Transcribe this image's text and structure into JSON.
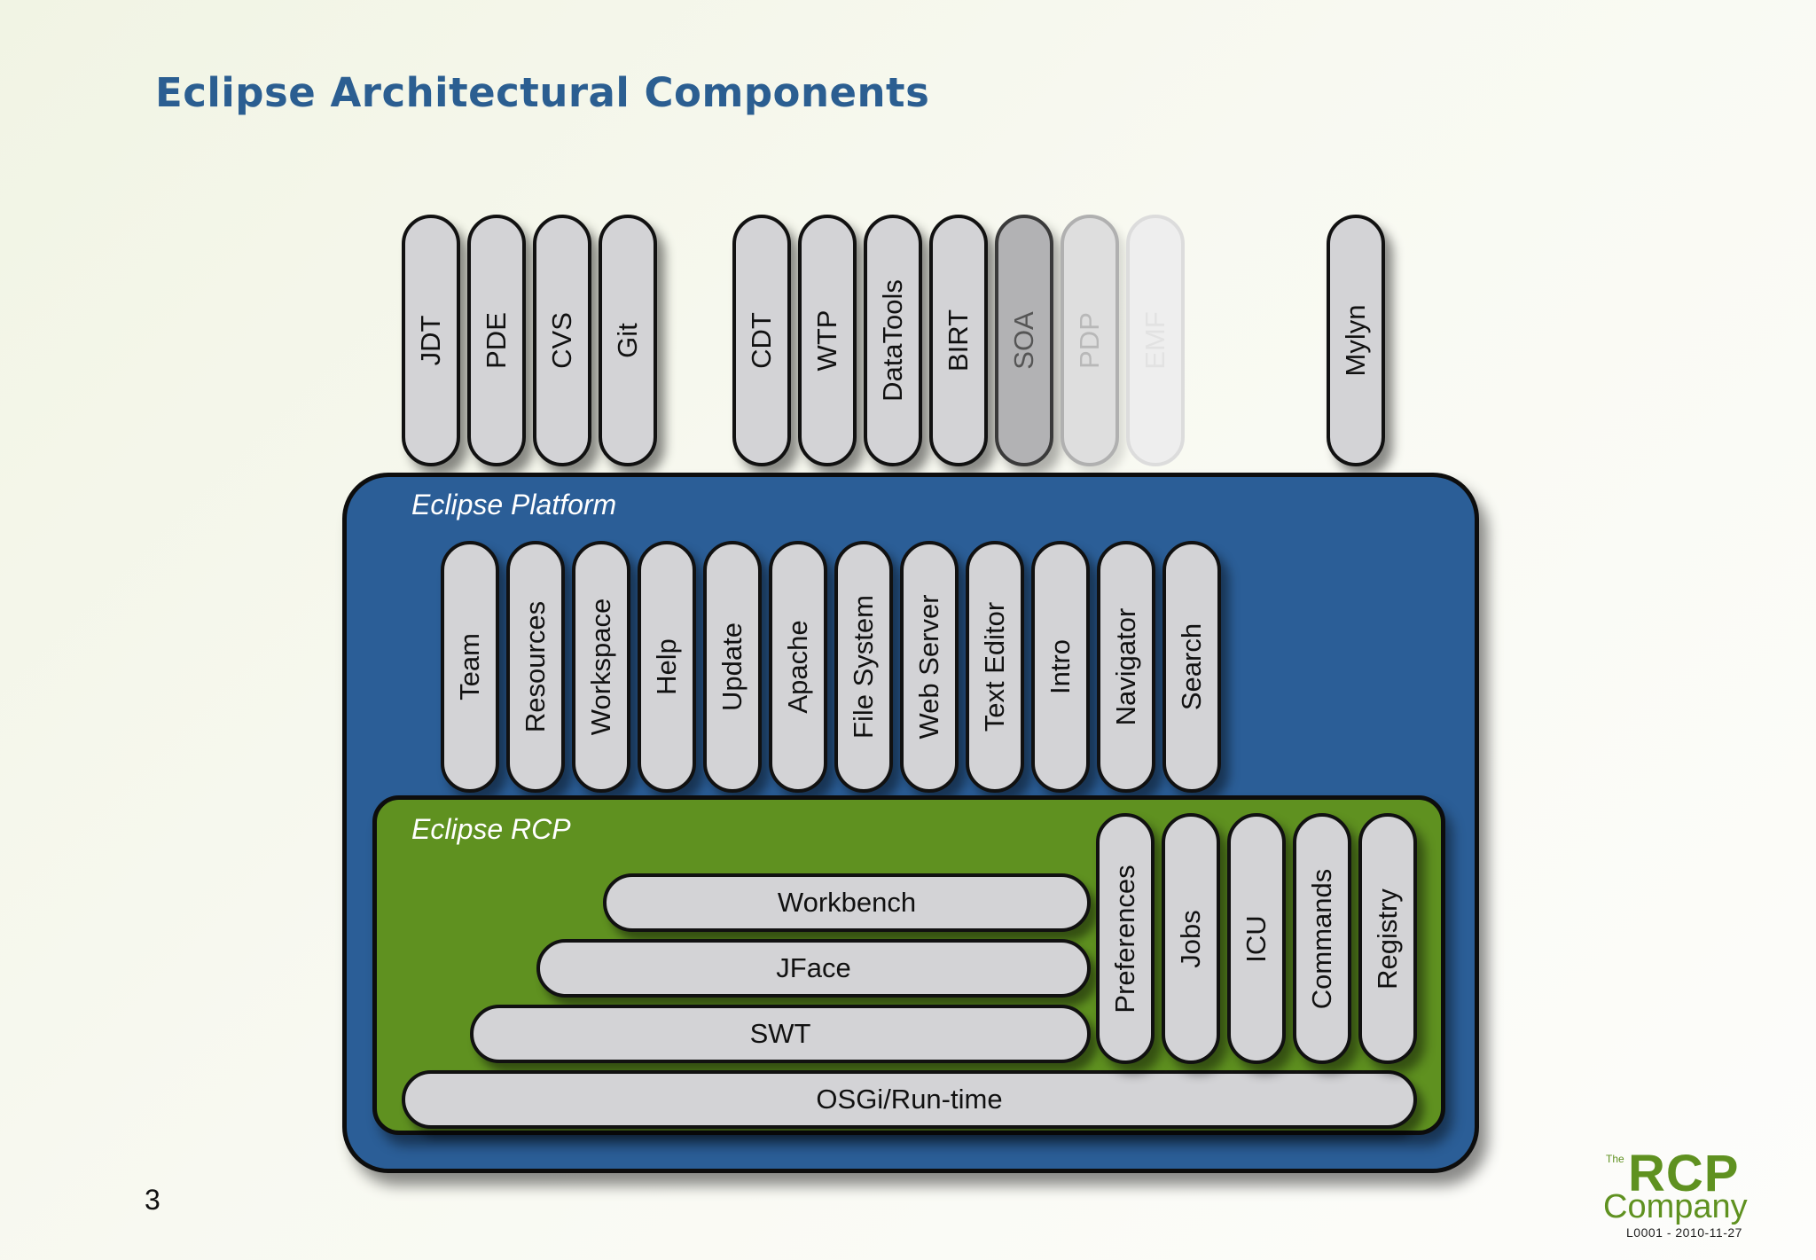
{
  "title": "Eclipse Architectural Components",
  "top_components": [
    {
      "label": "JDT",
      "fade": ""
    },
    {
      "label": "PDE",
      "fade": ""
    },
    {
      "label": "CVS",
      "fade": ""
    },
    {
      "label": "Git",
      "fade": ""
    },
    {
      "label": "CDT",
      "fade": ""
    },
    {
      "label": "WTP",
      "fade": ""
    },
    {
      "label": "DataTools",
      "fade": ""
    },
    {
      "label": "BIRT",
      "fade": ""
    },
    {
      "label": "SOA",
      "fade": "soa"
    },
    {
      "label": "PDP",
      "fade": "pdp"
    },
    {
      "label": "EMF",
      "fade": "emf"
    },
    {
      "label": "Mylyn",
      "fade": ""
    }
  ],
  "platform": {
    "label": "Eclipse Platform",
    "components": [
      "Team",
      "Resources",
      "Workspace",
      "Help",
      "Update",
      "Apache",
      "File System",
      "Web Server",
      "Text Editor",
      "Intro",
      "Navigator",
      "Search"
    ]
  },
  "rcp": {
    "label": "Eclipse RCP",
    "layers": [
      "Workbench",
      "JFace",
      "SWT",
      "OSGi/Run-time"
    ],
    "services": [
      "Preferences",
      "Jobs",
      "ICU",
      "Commands",
      "Registry"
    ]
  },
  "footer": {
    "page_number": "3",
    "logo_the": "The",
    "logo_rcp": "RCP",
    "logo_company": "Company",
    "logo_code": "L0001 - 2010-11-27"
  }
}
